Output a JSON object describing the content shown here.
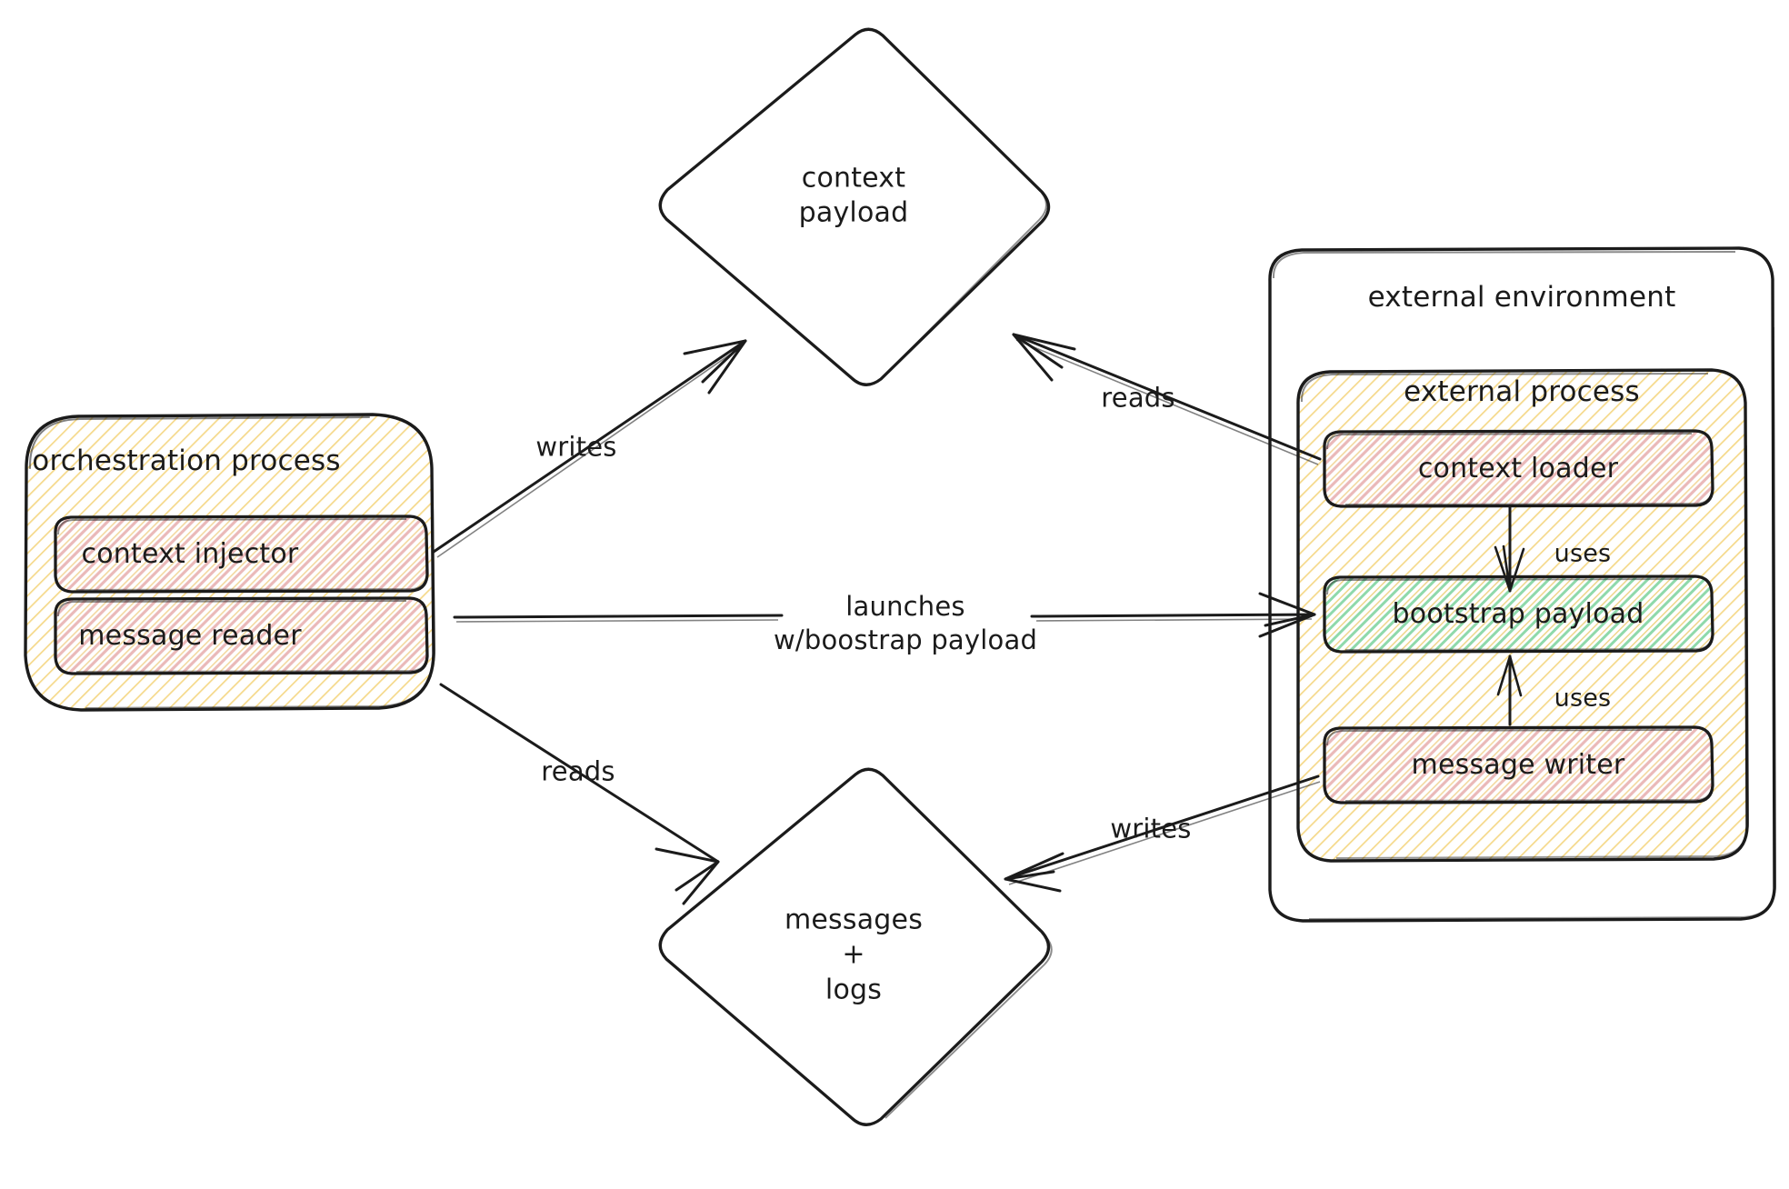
{
  "diagram": {
    "title": "orchestration / external process context and message flow",
    "colors": {
      "stroke": "#1b1b1b",
      "hatch_yellow": "#f5d98a",
      "hatch_pink": "#e9b7b7",
      "hatch_green": "#86d6a6",
      "paper": "#ffffff"
    },
    "groups": [
      {
        "id": "orchestration-process",
        "label": "orchestration process",
        "fill": "hatch-yellow",
        "children": [
          {
            "id": "context-injector",
            "label": "context injector",
            "fill": "hatch-pink"
          },
          {
            "id": "message-reader",
            "label": "message reader",
            "fill": "hatch-pink"
          }
        ]
      },
      {
        "id": "external-environment",
        "label": "external environment",
        "fill": "plain-white",
        "children": [
          {
            "id": "external-process",
            "label": "external process",
            "fill": "hatch-yellow",
            "children": [
              {
                "id": "context-loader",
                "label": "context loader",
                "fill": "hatch-pink"
              },
              {
                "id": "bootstrap-payload",
                "label": "bootstrap payload",
                "fill": "hatch-green"
              },
              {
                "id": "message-writer",
                "label": "message writer",
                "fill": "hatch-pink"
              }
            ]
          }
        ]
      }
    ],
    "datastores": [
      {
        "id": "context-payload",
        "shape": "diamond",
        "lines": [
          "context",
          "payload"
        ]
      },
      {
        "id": "messages-logs",
        "shape": "diamond",
        "lines": [
          "messages",
          "+",
          "logs"
        ]
      }
    ],
    "edges": [
      {
        "id": "edge-writes-context",
        "from": "context-injector",
        "to": "context-payload",
        "label": "writes"
      },
      {
        "id": "edge-reads-context",
        "from": "context-loader",
        "to": "context-payload",
        "label": "reads"
      },
      {
        "id": "edge-launches",
        "from": "orchestration-process",
        "to": "bootstrap-payload",
        "label_lines": [
          "launches",
          "w/boostrap payload"
        ]
      },
      {
        "id": "edge-reads-messages",
        "from": "message-reader",
        "to": "messages-logs",
        "label": "reads"
      },
      {
        "id": "edge-writes-messages",
        "from": "message-writer",
        "to": "messages-logs",
        "label": "writes"
      },
      {
        "id": "edge-uses-loader",
        "from": "context-loader",
        "to": "bootstrap-payload",
        "label": "uses"
      },
      {
        "id": "edge-uses-writer",
        "from": "message-writer",
        "to": "bootstrap-payload",
        "label": "uses"
      }
    ],
    "labels": {
      "orchestration_process": "orchestration process",
      "context_injector": "context injector",
      "message_reader": "message reader",
      "external_environment": "external environment",
      "external_process": "external process",
      "context_loader": "context loader",
      "bootstrap_payload": "bootstrap payload",
      "message_writer": "message writer",
      "context_payload_l1": "context",
      "context_payload_l2": "payload",
      "messages_l1": "messages",
      "messages_l2": "+",
      "messages_l3": "logs",
      "writes_top": "writes",
      "reads_top": "reads",
      "launches_l1": "launches",
      "launches_l2": "w/boostrap payload",
      "reads_bottom": "reads",
      "writes_bottom": "writes",
      "uses_top": "uses",
      "uses_bottom": "uses"
    }
  }
}
